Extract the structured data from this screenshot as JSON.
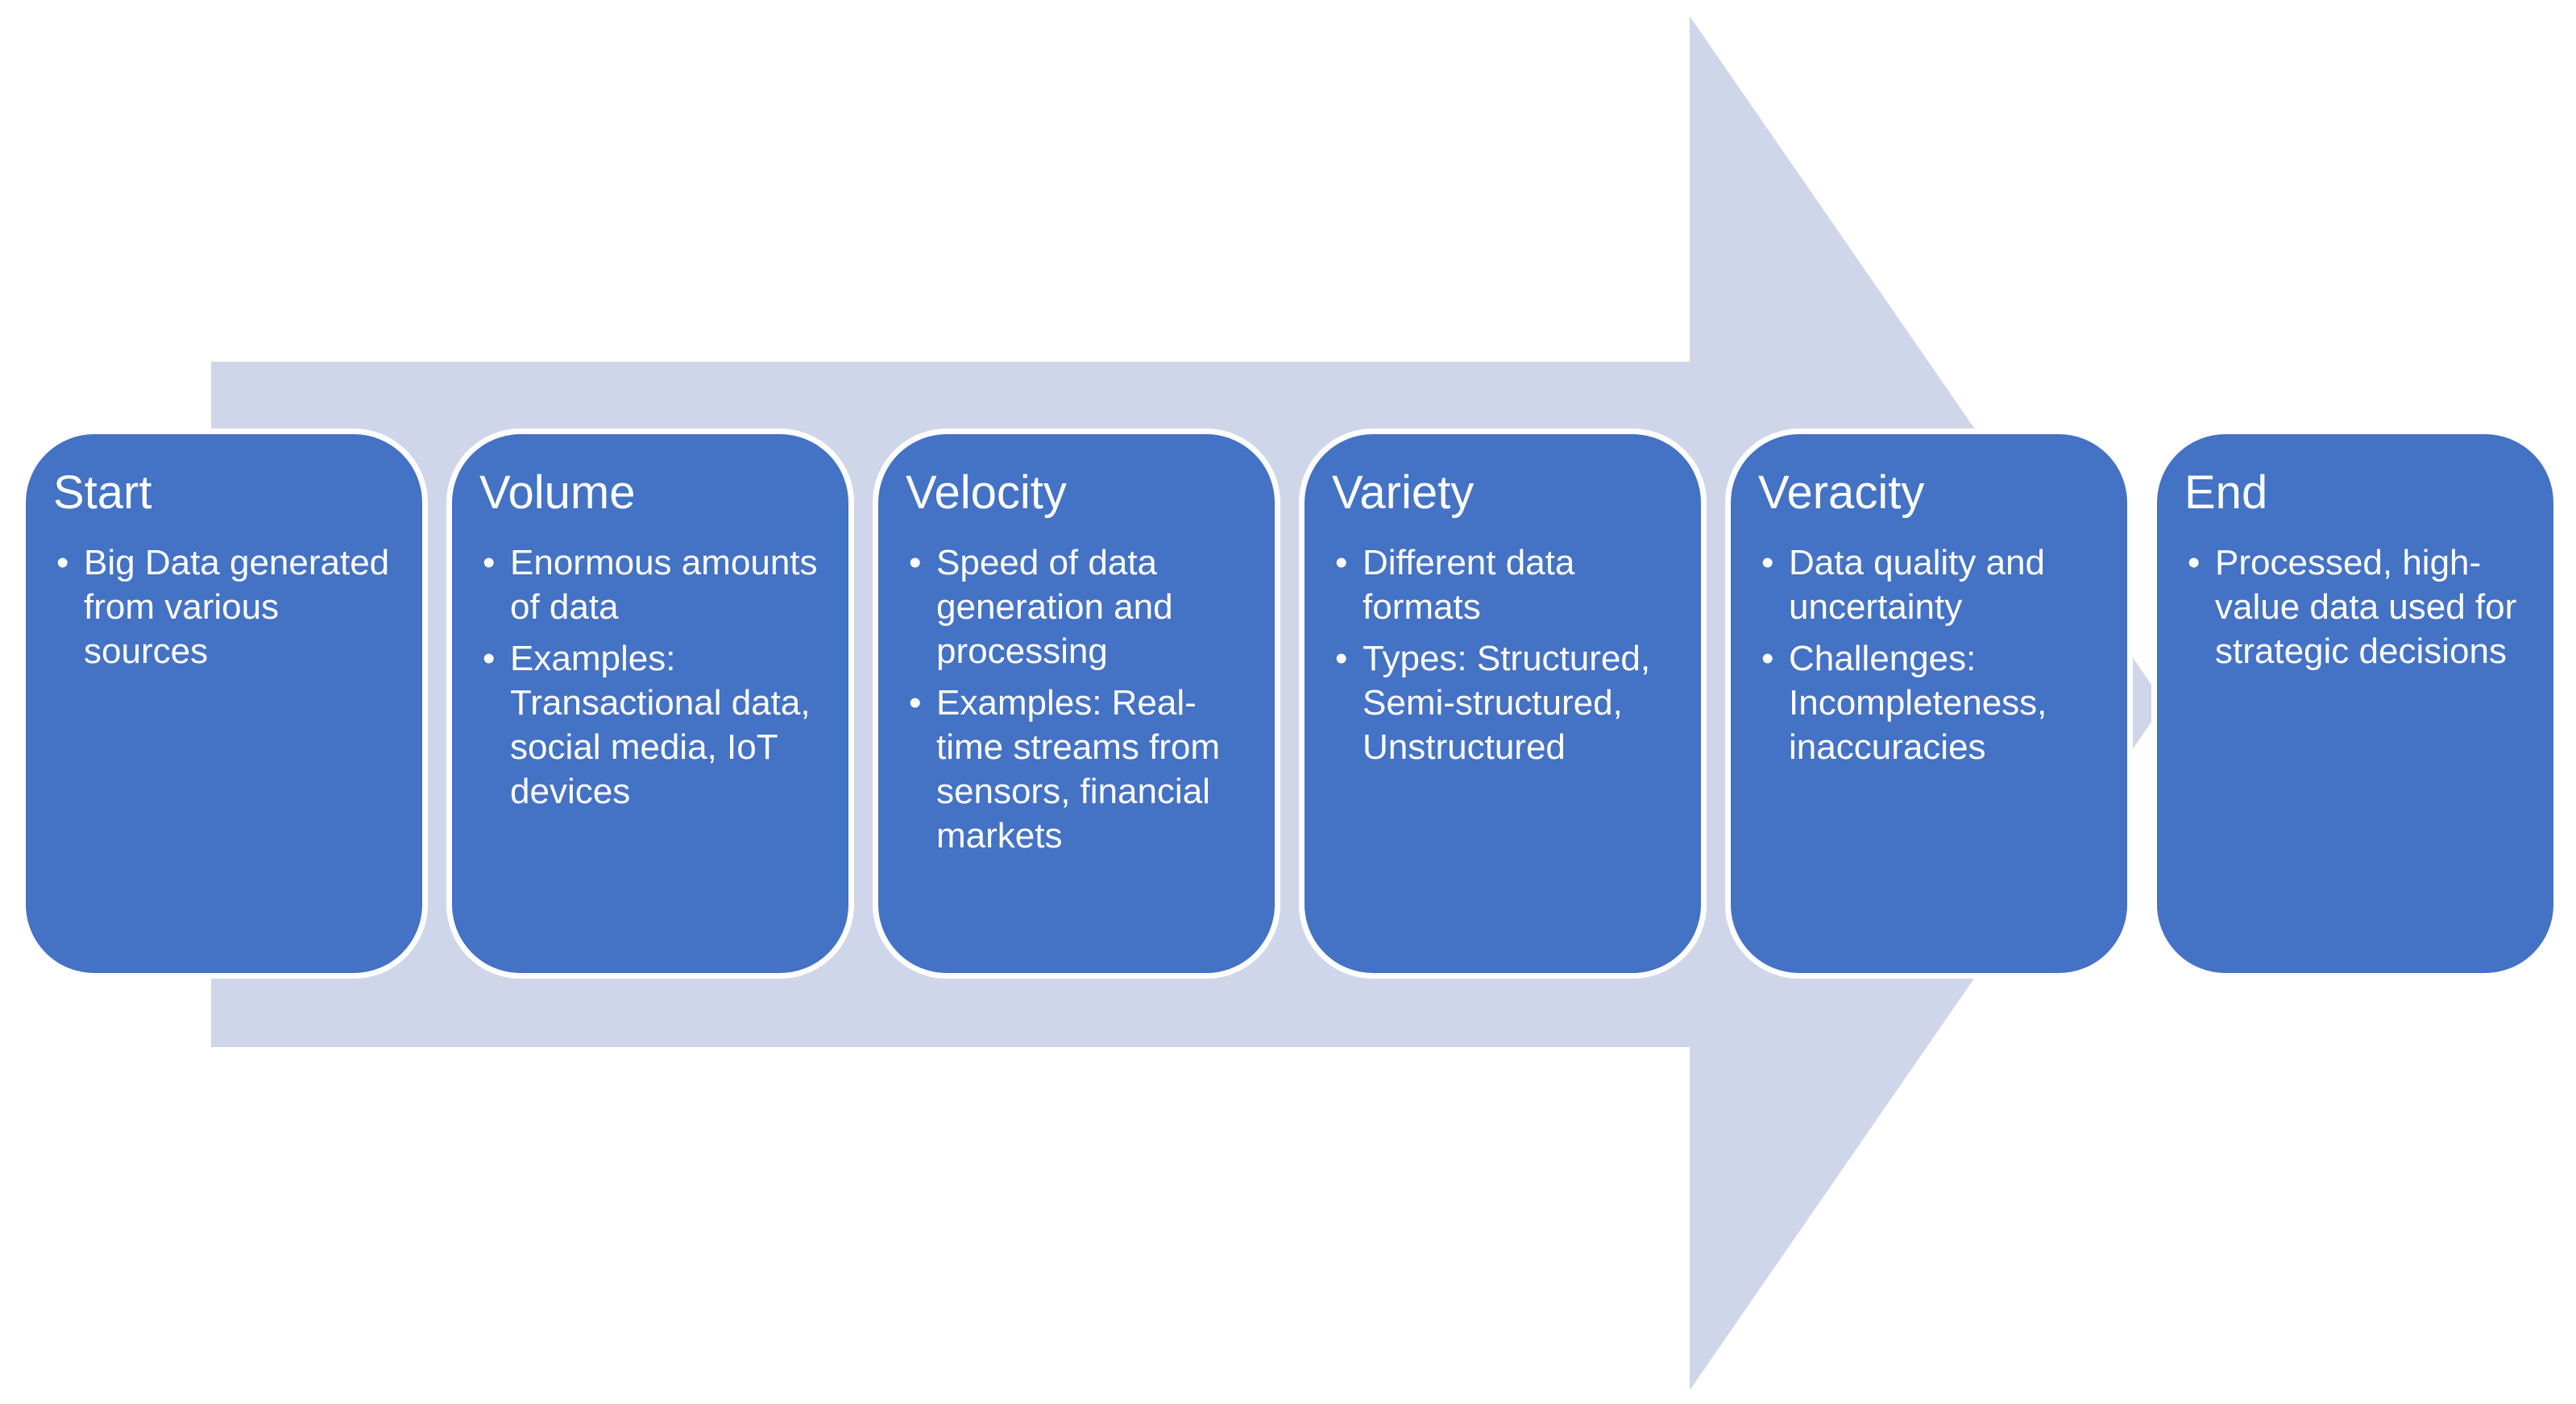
{
  "colors": {
    "arrow": "#d0d6ea",
    "box_fill": "#4472c4",
    "box_border": "#ffffff",
    "text": "#ffffff"
  },
  "steps": [
    {
      "title": "Start",
      "bullets": [
        "Big Data generated from various sources"
      ]
    },
    {
      "title": "Volume",
      "bullets": [
        "Enormous amounts of data",
        "Examples: Transactional data, social media, IoT devices"
      ]
    },
    {
      "title": "Velocity",
      "bullets": [
        "Speed of data generation and processing",
        "Examples: Real-time streams from sensors, financial markets"
      ]
    },
    {
      "title": "Variety",
      "bullets": [
        "Different data formats",
        "Types: Structured, Semi-structured, Unstructured"
      ]
    },
    {
      "title": "Veracity",
      "bullets": [
        "Data quality and uncertainty",
        "Challenges: Incompleteness, inaccuracies"
      ]
    },
    {
      "title": "End",
      "bullets": [
        "Processed, high-value data used for strategic decisions"
      ]
    }
  ]
}
